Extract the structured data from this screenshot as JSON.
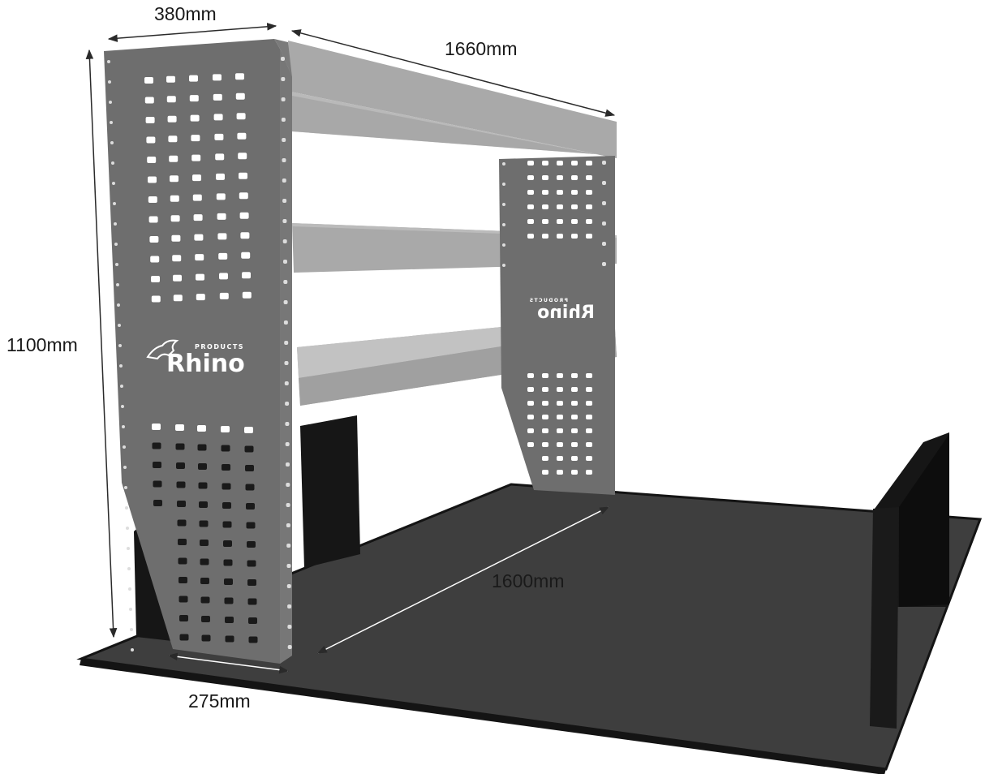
{
  "dimensions": {
    "width": "380mm",
    "length": "1660mm",
    "height": "1100mm",
    "depth": "1600mm",
    "base": "275mm"
  },
  "brand": {
    "name": "Rhino",
    "tagline": "PRODUCTS"
  },
  "colors": {
    "panel": "#6e6e6e",
    "panel_edge": "#7b7b7b",
    "shelf": "#a9a9a9",
    "floor": "#3e3e3e",
    "floor_edge": "#141414",
    "hole": "#ffffff",
    "dark_hole": "#1a1a1a",
    "wall": "#161616"
  }
}
